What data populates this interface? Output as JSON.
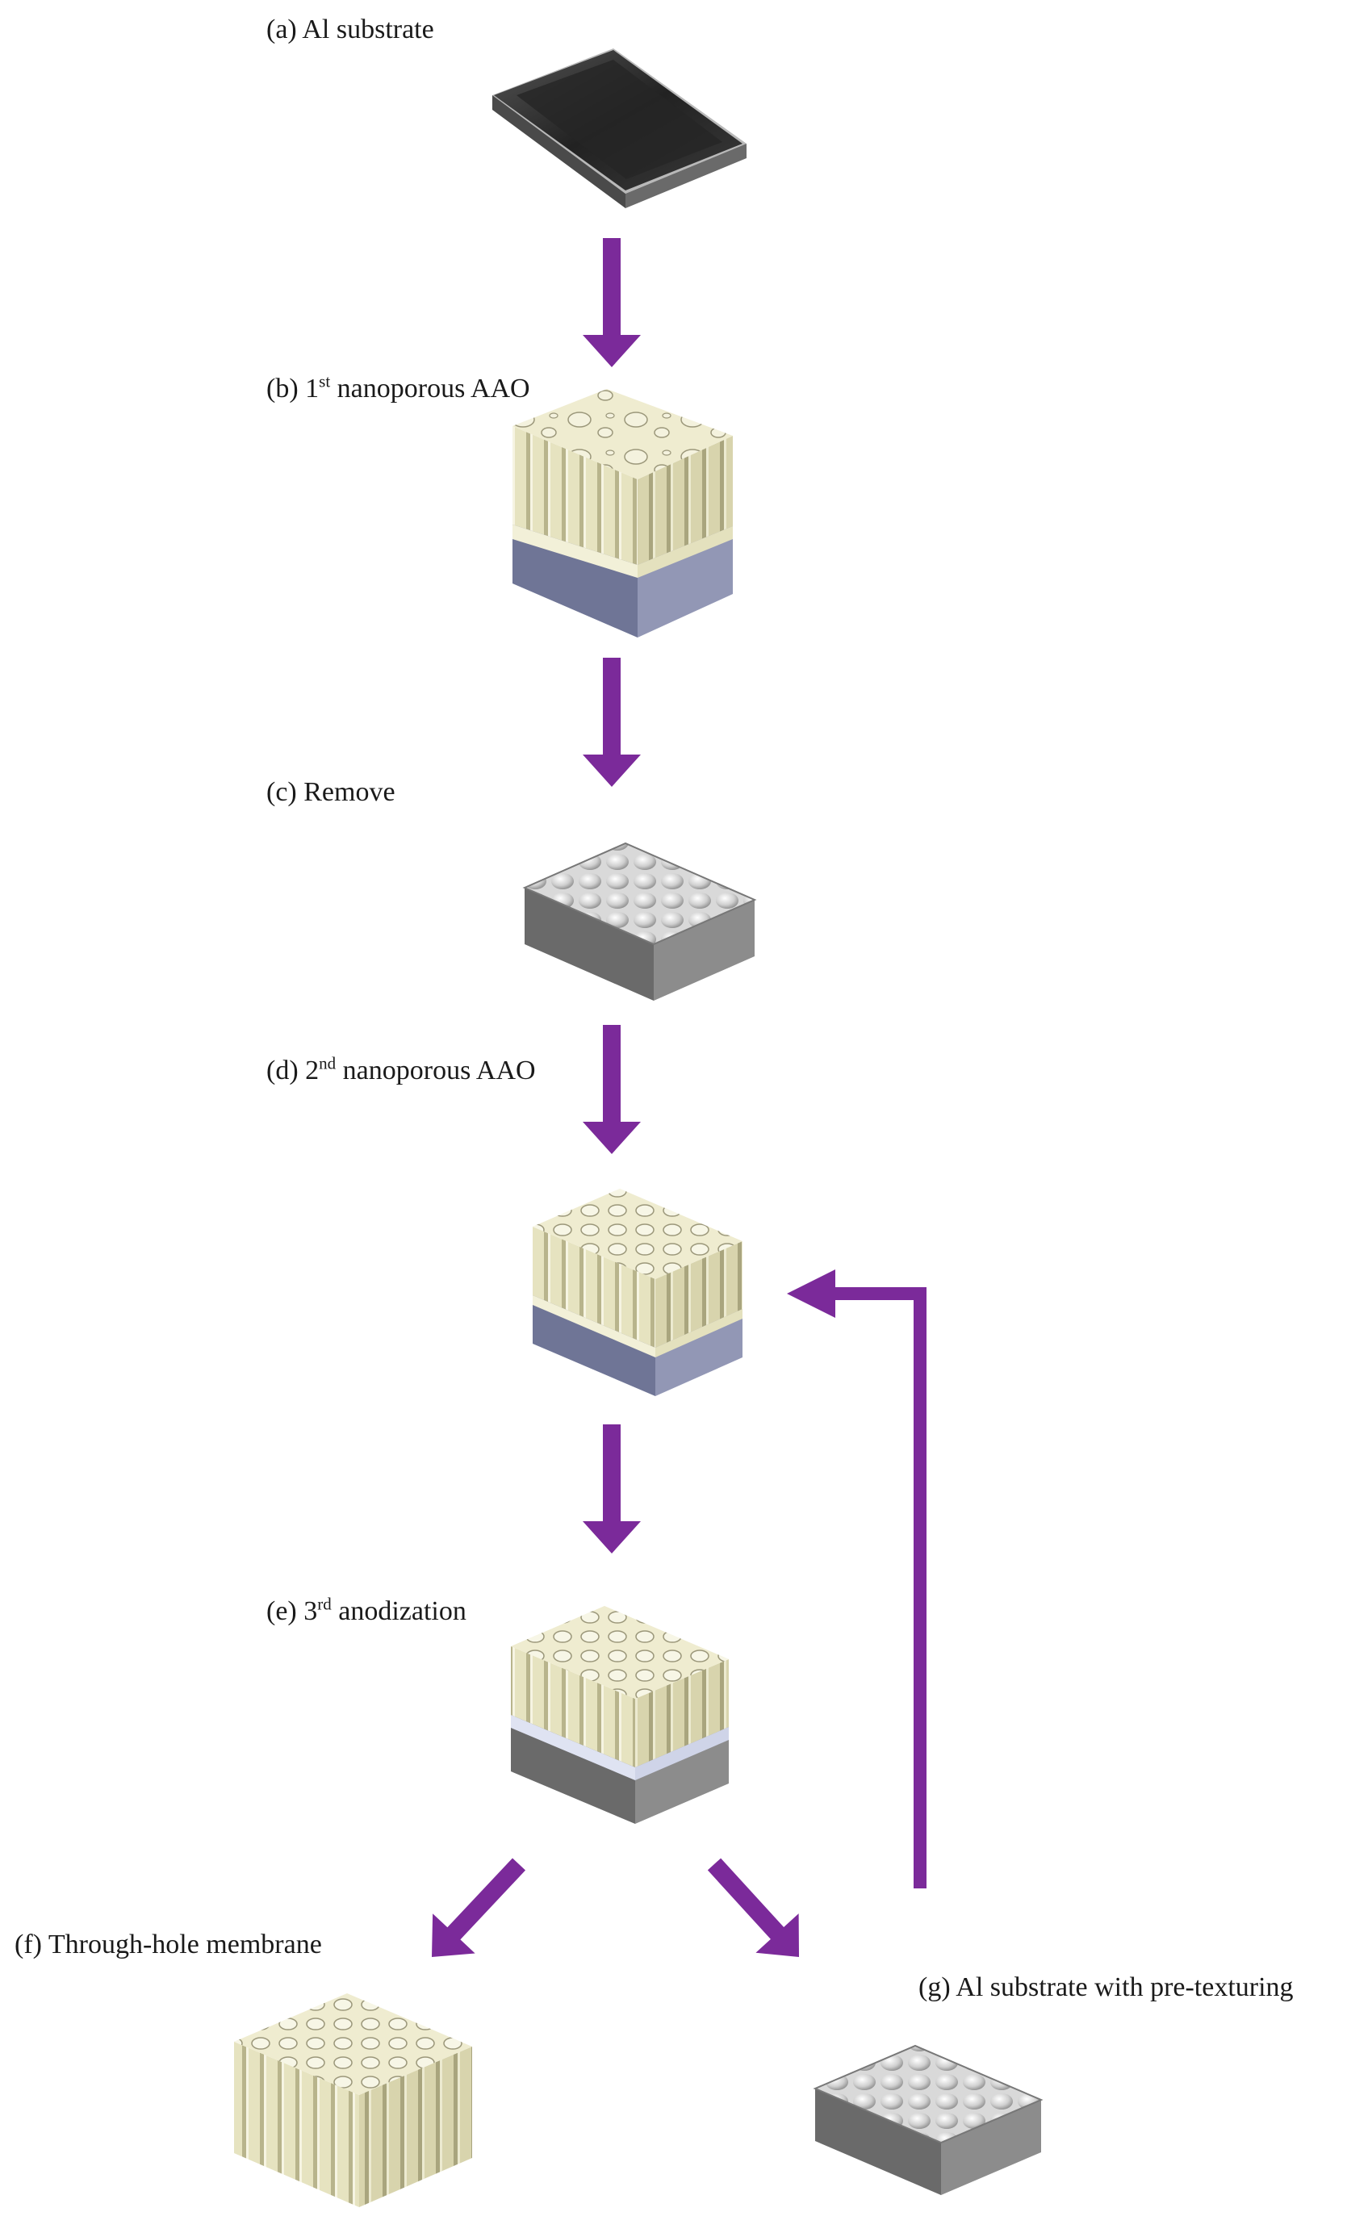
{
  "steps": {
    "a": {
      "prefix": "(a) Al substrate",
      "sup": "",
      "suffix": ""
    },
    "b": {
      "prefix": "(b) 1",
      "sup": "st",
      "suffix": " nanoporous AAO"
    },
    "c": {
      "prefix": "(c) Remove",
      "sup": "",
      "suffix": ""
    },
    "d": {
      "prefix": "(d) 2",
      "sup": "nd",
      "suffix": " nanoporous AAO"
    },
    "e": {
      "prefix": "(e) 3",
      "sup": "rd",
      "suffix": " anodization"
    },
    "f": {
      "prefix": "(f) Through-hole membrane",
      "sup": "",
      "suffix": ""
    },
    "g": {
      "prefix": "(g) Al substrate with pre-texturing",
      "sup": "",
      "suffix": ""
    }
  },
  "colors": {
    "arrow": "#7b2a9a",
    "alumina": "#e9e6c4",
    "alumina_side": "#d3cfa3",
    "aluminum_blue": "#7f86a6",
    "aluminum_gray": "#7a7a7a",
    "plate": "#2e2e2e"
  }
}
